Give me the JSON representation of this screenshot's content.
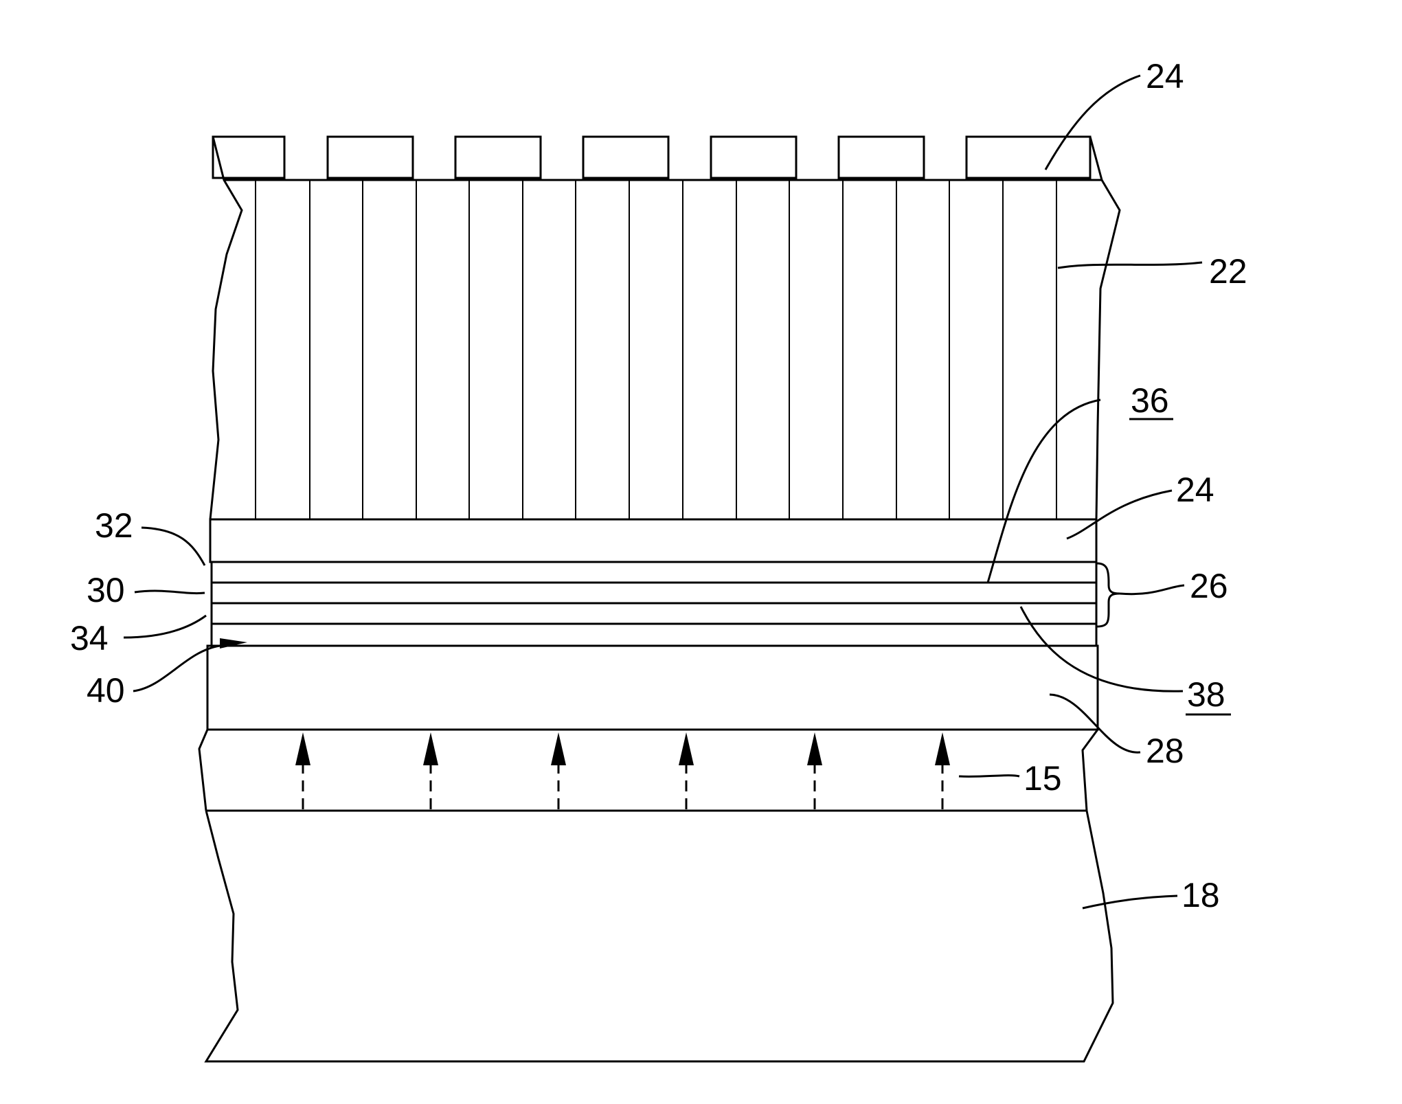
{
  "figure": {
    "labels": {
      "ref_24_top": "24",
      "ref_22": "22",
      "ref_36": "36",
      "ref_24_mid": "24",
      "ref_32": "32",
      "ref_30": "30",
      "ref_26": "26",
      "ref_34": "34",
      "ref_40": "40",
      "ref_38": "38",
      "ref_28": "28",
      "ref_15": "15",
      "ref_18": "18"
    },
    "underlined_refs": [
      "36",
      "38"
    ],
    "colors": {
      "ink": "#000000",
      "background": "#ffffff"
    }
  }
}
